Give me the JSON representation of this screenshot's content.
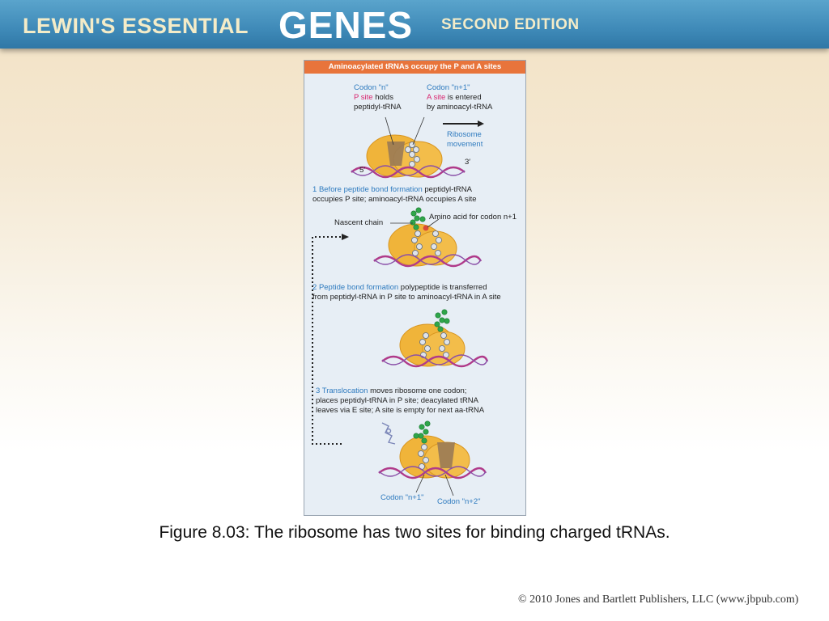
{
  "banner": {
    "title_left": "LEWIN'S ESSENTIAL",
    "title_main": "GENES",
    "edition": "SECOND EDITION"
  },
  "figure": {
    "header": "Aminoacylated tRNAs occupy the P and A sites",
    "top": {
      "codon_n": "Codon \"n\"",
      "p_site": "P site",
      "p_site_rest": " holds",
      "peptidyl": "peptidyl-tRNA",
      "codon_n1": "Codon \"n+1\"",
      "a_site": "A site",
      "a_site_rest": " is entered",
      "by_aminoacyl": "by aminoacyl-tRNA",
      "ribosome": "Ribosome",
      "movement": "movement",
      "five_prime": "5′",
      "three_prime": "3′"
    },
    "step1": {
      "num": "1",
      "title": "Before peptide bond formation",
      "rest": " peptidyl-tRNA",
      "line2": "occupies P site; aminoacyl-tRNA occupies A site",
      "nascent": "Nascent chain",
      "amino_acid": "Amino acid for codon n+1"
    },
    "step2": {
      "num": "2",
      "title": "Peptide bond formation",
      "rest": " polypeptide is transferred",
      "line2": "from peptidyl-tRNA in P site to aminoacyl-tRNA in A site"
    },
    "step3": {
      "num": "3",
      "title": "Translocation",
      "rest": " moves ribosome one codon;",
      "line2": "places peptidyl-tRNA in P site; deacylated tRNA",
      "line3": "leaves via E site; A site is empty for next aa-tRNA",
      "codon_n1": "Codon \"n+1\"",
      "codon_n2": "Codon \"n+2\""
    }
  },
  "caption": "Figure 8.03: The ribosome has two sites for binding charged tRNAs.",
  "copyright": "© 2010 Jones and Bartlett Publishers, LLC (www.jbpub.com)",
  "colors": {
    "ribosome": "#f0b43a",
    "mrna": "#b03a8a",
    "label_blue": "#2f7bbf",
    "label_pink": "#d8266f",
    "header": "#e8743b",
    "peptide": "#2fa64a"
  }
}
